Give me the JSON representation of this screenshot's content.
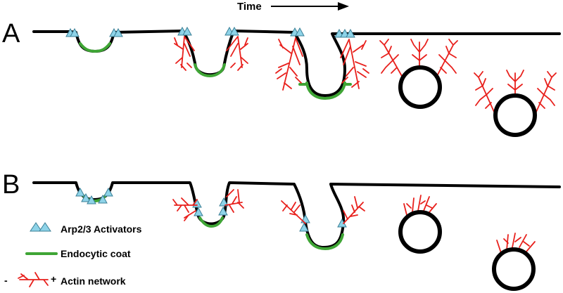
{
  "time_label": "Time",
  "panels": {
    "a_letter": "A",
    "b_letter": "B"
  },
  "legend": {
    "activators": "Arp2/3 Activators",
    "coat": "Endocytic coat",
    "actin": "Actin network",
    "minus": "-",
    "plus": "+"
  },
  "colors": {
    "membrane": "#000000",
    "coat": "#3fa535",
    "activator": "#8ed3e8",
    "actin": "#e8201c"
  }
}
